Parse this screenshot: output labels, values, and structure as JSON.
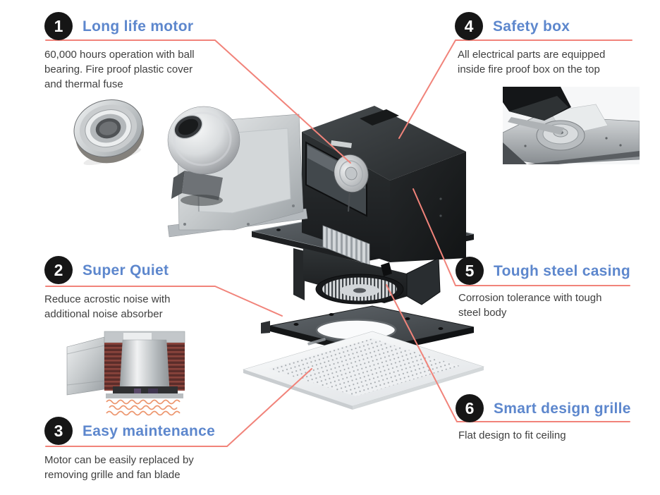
{
  "callouts": [
    {
      "number": "1",
      "title": "Long life motor",
      "description": "60,000 hours operation with ball\nbearing. Fire proof plastic cover\nand thermal fuse"
    },
    {
      "number": "2",
      "title": "Super Quiet",
      "description": "Reduce acrostic noise with\nadditional noise absorber"
    },
    {
      "number": "3",
      "title": "Easy maintenance",
      "description": "Motor can be easily replaced by\nremoving grille and fan blade"
    },
    {
      "number": "4",
      "title": "Safety box",
      "description": "All electrical parts are equipped\ninside fire proof box on the top"
    },
    {
      "number": "5",
      "title": "Tough steel casing",
      "description": "Corrosion tolerance with tough\nsteel body"
    },
    {
      "number": "6",
      "title": "Smart design grille",
      "description": "Flat design to fit ceiling"
    }
  ],
  "colors": {
    "title_blue": "#5d87cd",
    "leader_line_red": "#f1837a",
    "badge_black": "#161616",
    "description_gray": "#3f3f3f"
  },
  "illustration": {
    "type": "exploded-view-ventilation-fan",
    "parts": [
      "duct-adapter-with-dome",
      "black-steel-casing",
      "internal-motor",
      "mounting-plate",
      "blower-wheel",
      "frame-plate-with-round-hole",
      "white-ceiling-grille"
    ],
    "photos": [
      "ball-bearing",
      "motor-noise-absorber-cutaway",
      "safety-box-top-view"
    ]
  }
}
